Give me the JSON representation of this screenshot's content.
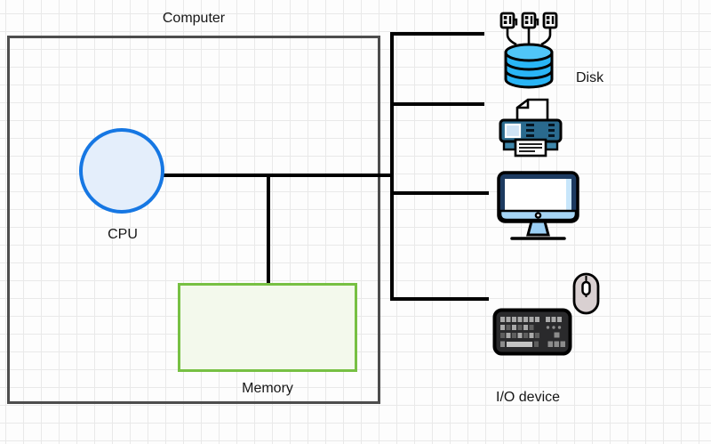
{
  "diagram": {
    "labels": {
      "computer": "Computer",
      "cpu": "CPU",
      "memory": "Memory",
      "disk": "Disk",
      "io_device": "I/O device"
    },
    "nodes": [
      {
        "id": "computer",
        "label": "Computer",
        "shape": "container-rectangle"
      },
      {
        "id": "cpu",
        "label": "CPU",
        "shape": "circle"
      },
      {
        "id": "memory",
        "label": "Memory",
        "shape": "rectangle"
      },
      {
        "id": "disk",
        "label": "Disk",
        "shape": "disk-storage-icon"
      },
      {
        "id": "printer",
        "label": "",
        "shape": "printer-icon"
      },
      {
        "id": "monitor",
        "label": "",
        "shape": "monitor-icon"
      },
      {
        "id": "mouse",
        "label": "",
        "shape": "mouse-icon"
      },
      {
        "id": "keyboard",
        "label": "",
        "shape": "keyboard-icon"
      },
      {
        "id": "io-devices",
        "label": "I/O device",
        "shape": "text-label"
      }
    ],
    "edges": [
      {
        "from": "cpu",
        "to": "io-bus",
        "type": "horizontal-line"
      },
      {
        "from": "memory",
        "to": "cpu-bus-line",
        "type": "vertical-line"
      },
      {
        "from": "io-bus",
        "to": "disk",
        "type": "branch"
      },
      {
        "from": "io-bus",
        "to": "printer",
        "type": "branch"
      },
      {
        "from": "io-bus",
        "to": "monitor",
        "type": "branch"
      },
      {
        "from": "io-bus",
        "to": "keyboard-mouse",
        "type": "branch"
      }
    ],
    "colors": {
      "container_stroke": "#4d4d4d",
      "cpu_stroke": "#1677e3",
      "cpu_fill": "#e4eefb",
      "memory_stroke": "#77c043",
      "memory_fill": "#f3f9ec",
      "connector": "#000000",
      "disk_blue": "#29b5f6",
      "disk_blue_light": "#50c6f8",
      "printer_body": "#2a6a8e",
      "monitor_frame": "#1d3b61",
      "monitor_chin": "#a6d5f4",
      "mouse_body": "#d9d0d1",
      "keyboard_body": "#2a2a2c",
      "grid_line": "#e9e9e9"
    }
  }
}
